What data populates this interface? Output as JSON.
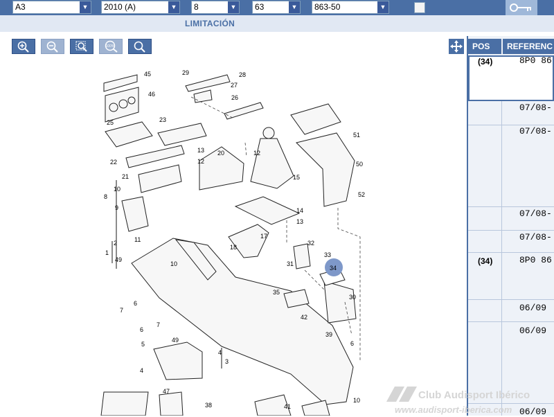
{
  "filters": {
    "model": "A3",
    "year": "2010 (A)",
    "group": "8",
    "subgroup": "63",
    "illustration": "863-50"
  },
  "title": "LIMITACIÓN",
  "zoom_buttons": [
    "zoom-in-icon",
    "zoom-out-icon",
    "zoom-area-icon",
    "zoom-100-icon",
    "search-icon"
  ],
  "zoom_100_label": "100%",
  "table": {
    "headers": [
      "POS",
      "REFERENC"
    ],
    "rows": [
      {
        "pos": "(34)",
        "ref": "8P0 86"
      },
      {
        "pos": "",
        "ref": "07/08-"
      },
      {
        "pos": "",
        "ref": "07/08-"
      },
      {
        "pos": "",
        "ref": "07/08-"
      },
      {
        "pos": "",
        "ref": "07/08-"
      },
      {
        "pos": "(34)",
        "ref": "8P0 86"
      },
      {
        "pos": "",
        "ref": "06/09"
      },
      {
        "pos": "",
        "ref": "06/09"
      },
      {
        "pos": "",
        "ref": "06/09"
      }
    ]
  },
  "diagram": {
    "callouts": [
      "45",
      "46",
      "29",
      "28",
      "27",
      "26",
      "25",
      "23",
      "13",
      "12",
      "22",
      "21",
      "20",
      "12",
      "15",
      "51",
      "50",
      "52",
      "10",
      "8",
      "9",
      "11",
      "14",
      "13",
      "18",
      "17",
      "2",
      "1",
      "49",
      "10",
      "32",
      "33",
      "34",
      "31",
      "35",
      "30",
      "42",
      "39",
      "6",
      "7",
      "6",
      "7",
      "6",
      "5",
      "49",
      "4",
      "3",
      "4",
      "47",
      "38",
      "41",
      "10"
    ],
    "highlighted": "34"
  },
  "watermark": {
    "line1": "Club Audisport Ibérico",
    "line2": "www.audisport-iberica.com"
  },
  "colors": {
    "primary": "#4a6fa5",
    "highlight": "#7e98c9",
    "panel": "#eef2f8"
  }
}
